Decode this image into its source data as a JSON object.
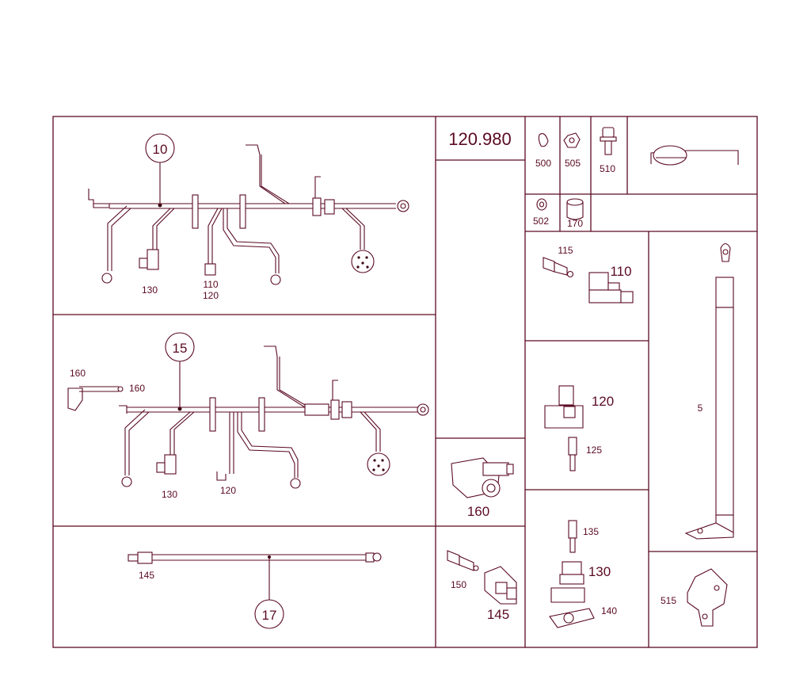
{
  "catalog_number": "120.980",
  "colors": {
    "line": "#5a0a22",
    "background": "#ffffff"
  },
  "assemblies": [
    {
      "ref": "10"
    },
    {
      "ref": "15"
    },
    {
      "ref": "17"
    }
  ],
  "labels": {
    "a10_130": "130",
    "a10_110": "110",
    "a10_120": "120",
    "a15_160a": "160",
    "a15_160b": "160",
    "a15_130": "130",
    "a15_120": "120",
    "a17_145": "145",
    "p500": "500",
    "p505": "505",
    "p510": "510",
    "p502": "502",
    "p170": "170",
    "p115": "115",
    "p110": "110",
    "p120": "120",
    "p125": "125",
    "p135": "135",
    "p130": "130",
    "p140": "140",
    "p160": "160",
    "p150": "150",
    "p145": "145",
    "p5": "5",
    "p515": "515"
  }
}
